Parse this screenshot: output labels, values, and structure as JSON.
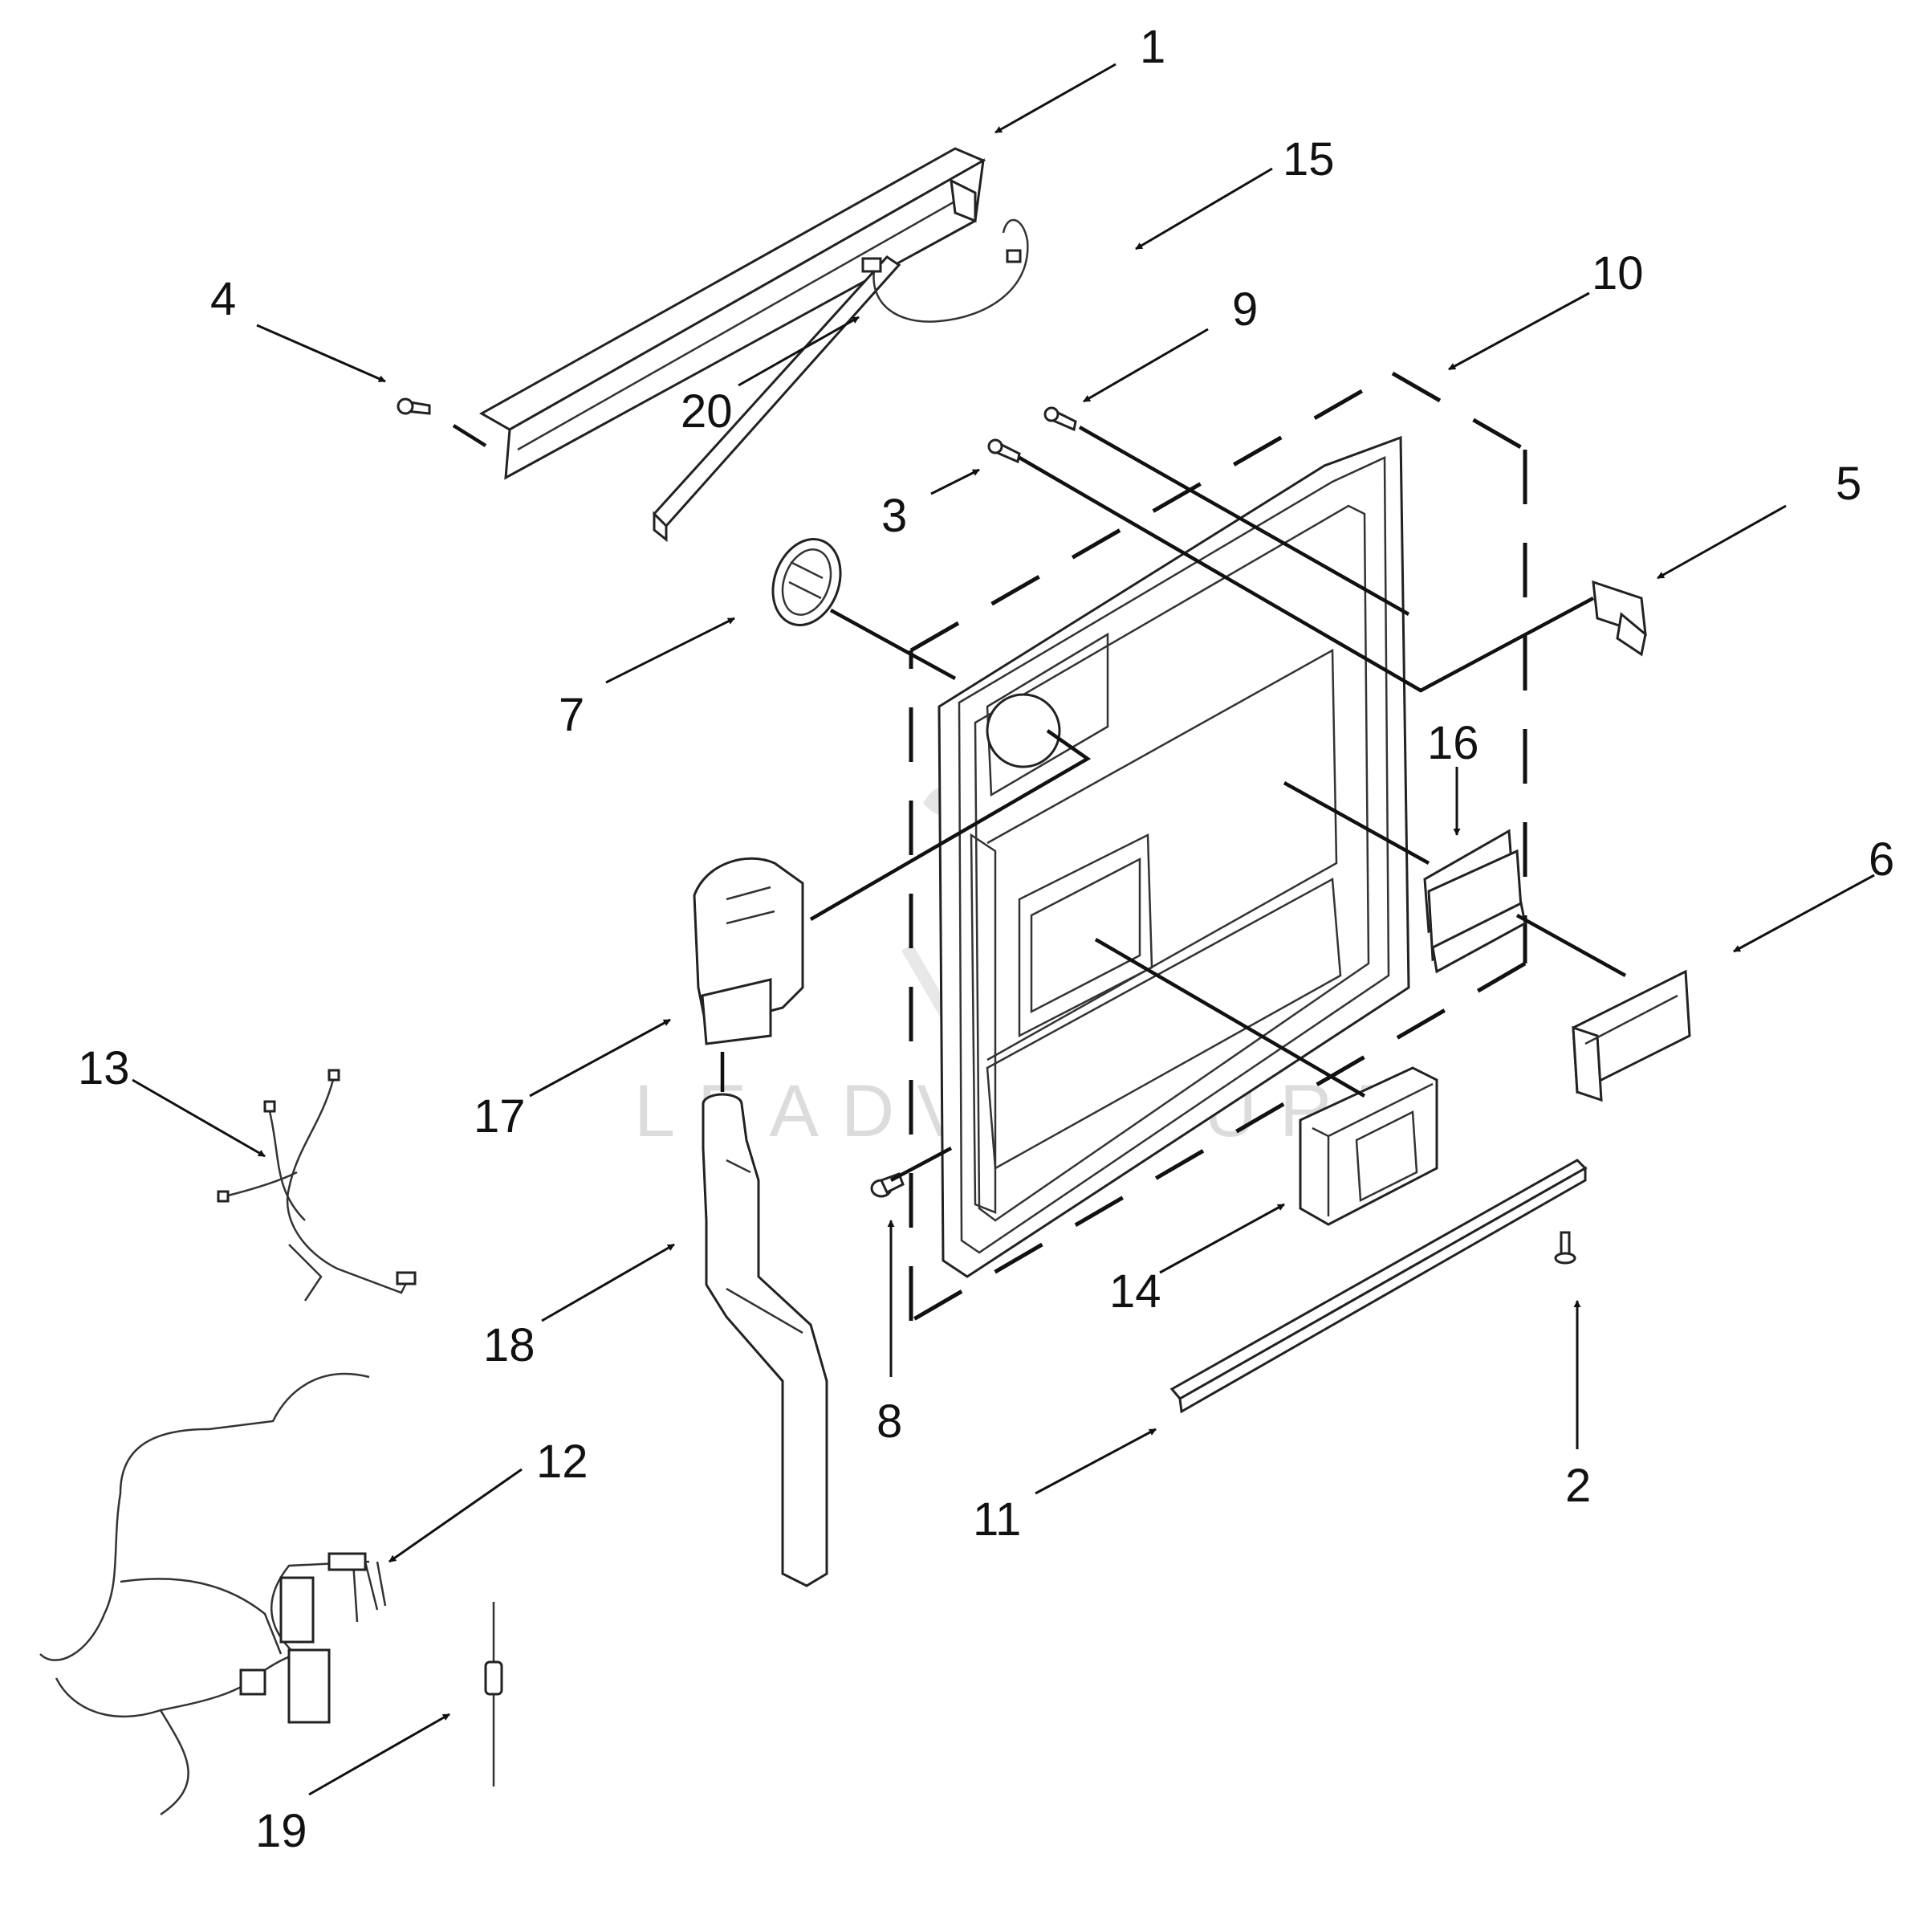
{
  "colors": {
    "line": "#111111",
    "part_fill": "#ffffff",
    "watermark": "#d9d9d9"
  },
  "watermark": {
    "text": "LEADVENTURE"
  },
  "callouts": {
    "c1": "1",
    "c2": "2",
    "c3": "3",
    "c4": "4",
    "c5": "5",
    "c6": "6",
    "c7": "7",
    "c8": "8",
    "c9": "9",
    "c10": "10",
    "c11": "11",
    "c12": "12",
    "c13": "13",
    "c14": "14",
    "c15": "15",
    "c16": "16",
    "c17": "17",
    "c18": "18",
    "c19": "19",
    "c20": "20"
  }
}
